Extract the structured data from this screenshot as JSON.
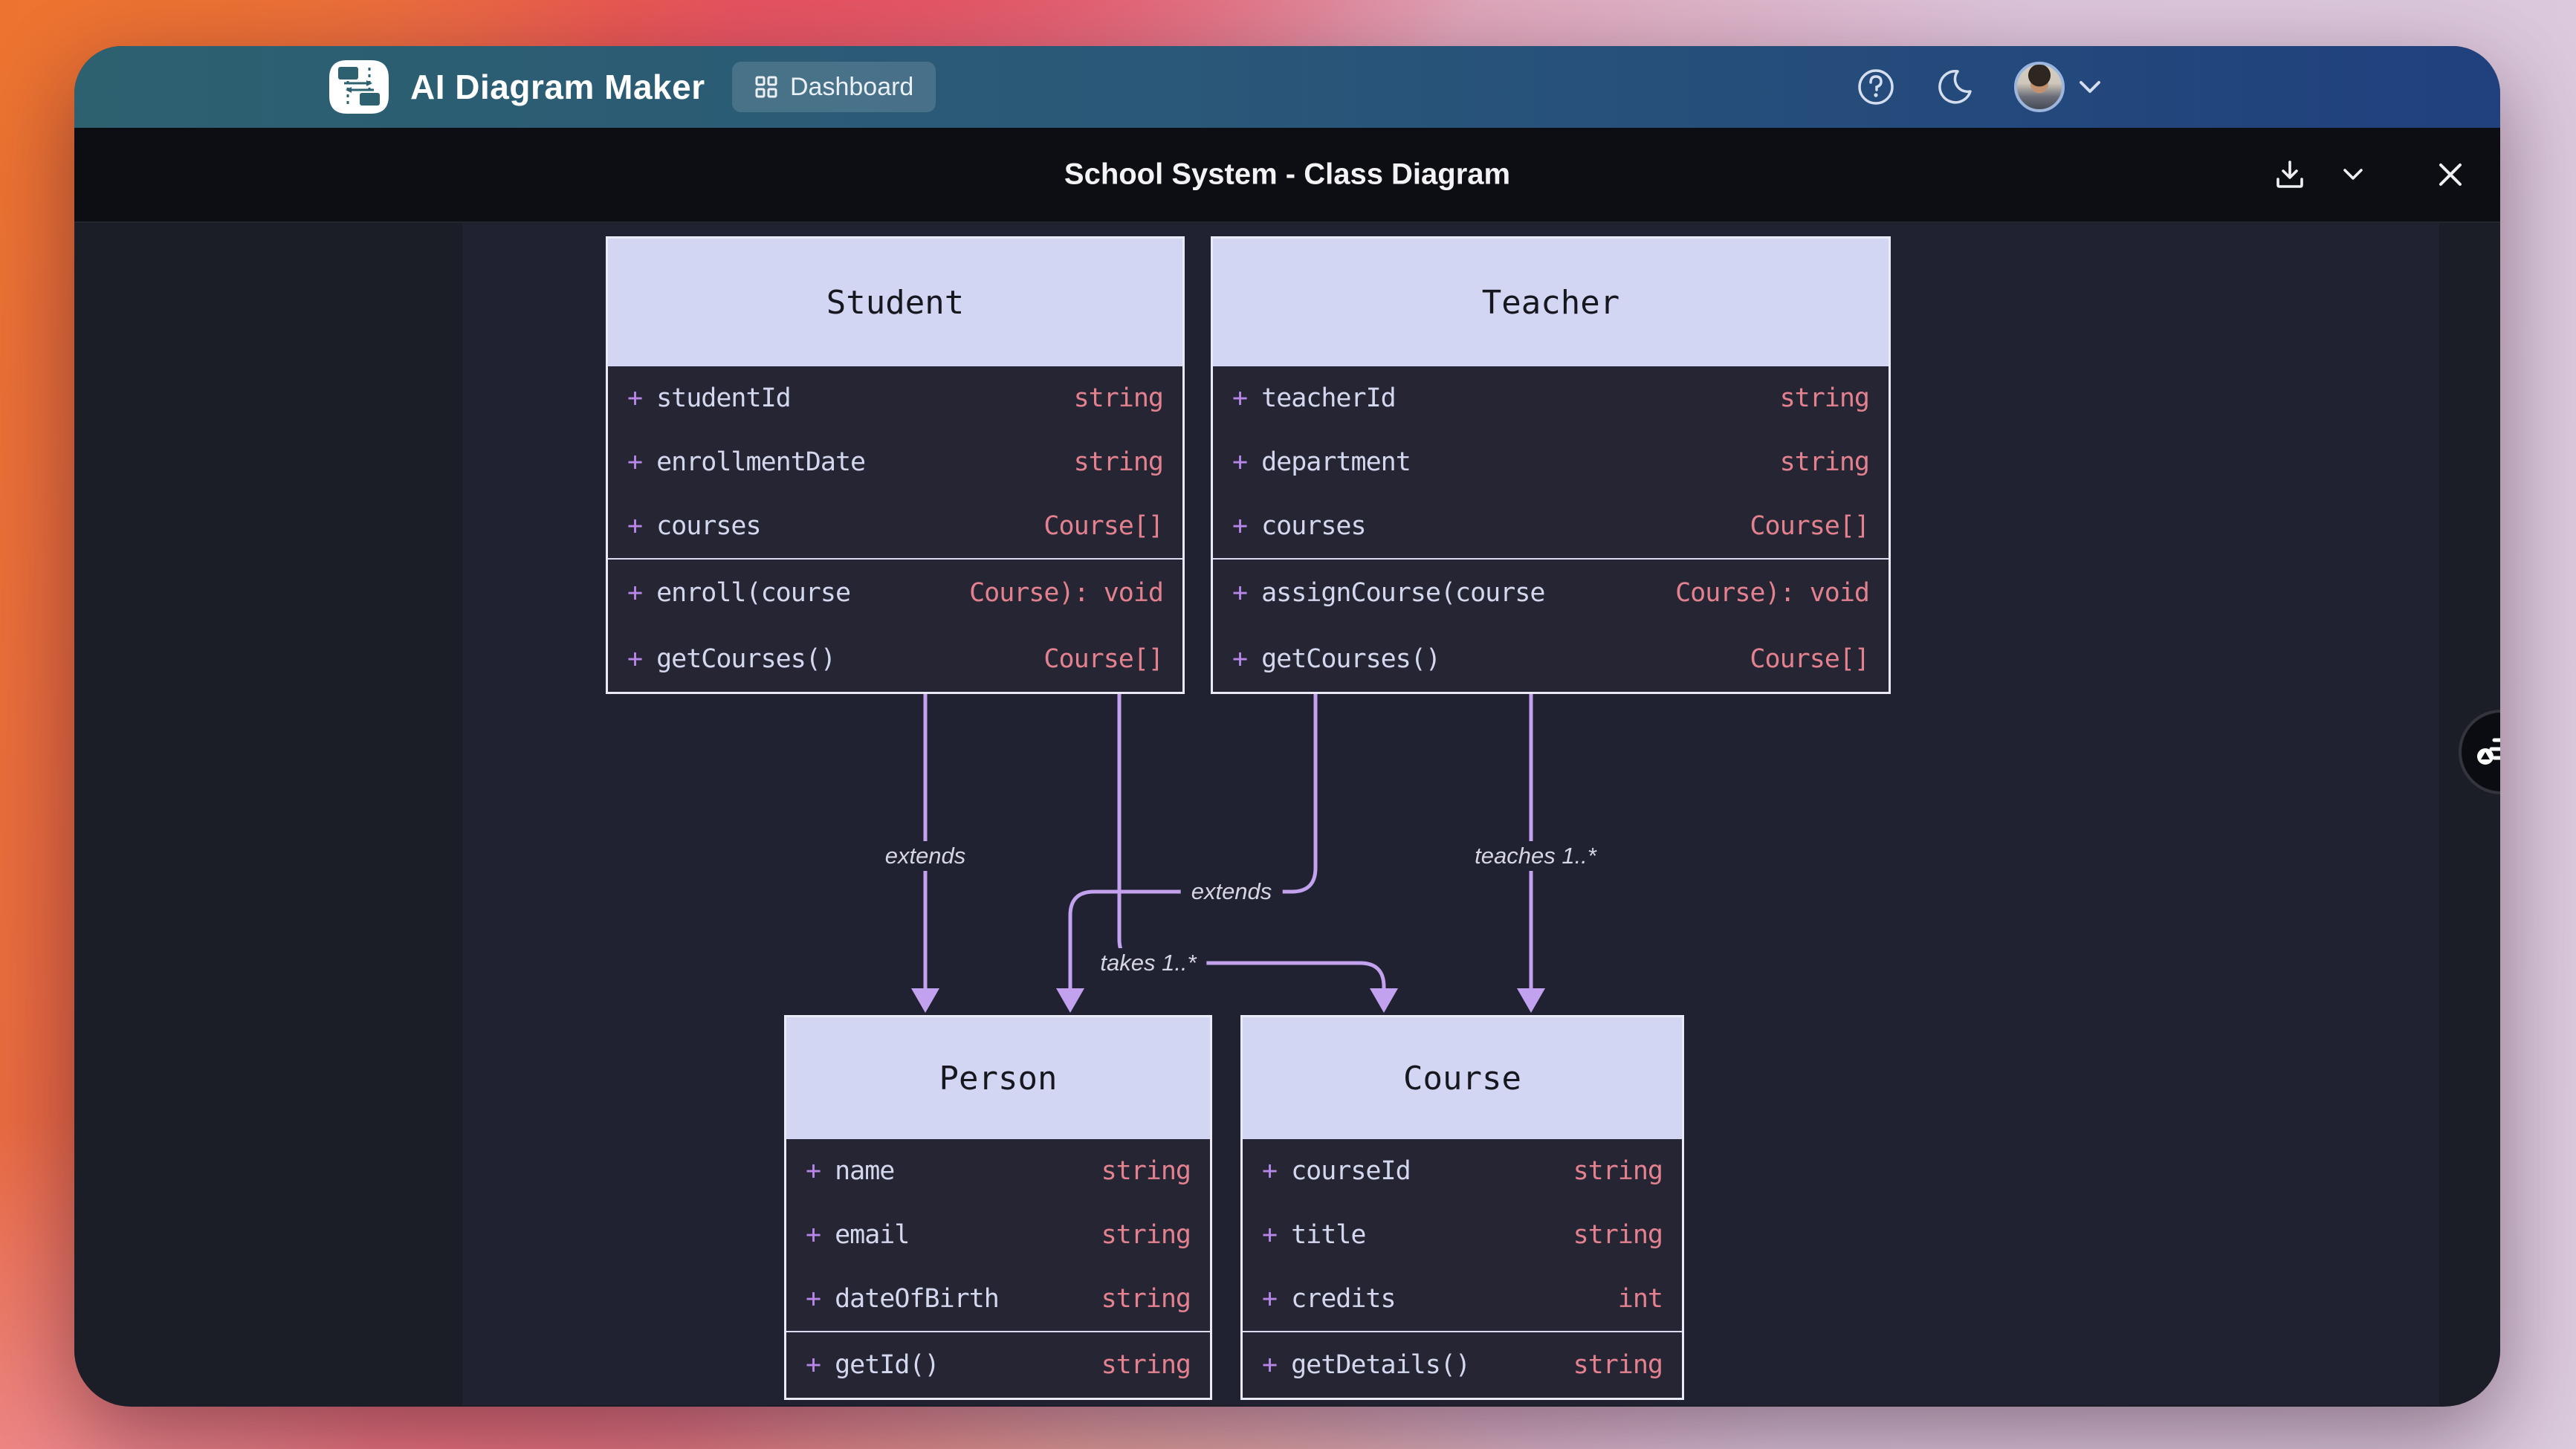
{
  "app": {
    "title": "AI Diagram Maker",
    "nav": {
      "dashboard": "Dashboard"
    }
  },
  "diagram": {
    "title": "School System - Class Diagram"
  },
  "icons": {
    "logo": "diagram-document-icon",
    "dashboard": "grid-icon",
    "help": "question-circle-icon",
    "theme": "moon-icon",
    "user_menu": "chevron-down-icon",
    "download": "download-icon",
    "download_options": "chevron-down-icon",
    "close": "close-icon",
    "canvas_control": "layers-menu-icon"
  },
  "colors": {
    "header_gradient_left": "#2d6170",
    "header_gradient_right": "#20407e",
    "titlebar_bg": "#0d0e13",
    "canvas_bg": "#212231",
    "class_header_bg": "#d2d6f2",
    "class_body_bg": "#252533",
    "attr_name": "#d3d8ee",
    "attr_type": "#e4818f",
    "visibility_plus": "#b687e7",
    "edge": "#c2a2ee"
  },
  "classes": [
    {
      "name": "Student",
      "attributes": [
        {
          "vis": "+",
          "name": "studentId",
          "type": "string"
        },
        {
          "vis": "+",
          "name": "enrollmentDate",
          "type": "string"
        },
        {
          "vis": "+",
          "name": "courses",
          "type": "Course[]"
        }
      ],
      "methods": [
        {
          "vis": "+",
          "name": "enroll(course",
          "type": "Course): void"
        },
        {
          "vis": "+",
          "name": "getCourses()",
          "type": "Course[]"
        }
      ]
    },
    {
      "name": "Teacher",
      "attributes": [
        {
          "vis": "+",
          "name": "teacherId",
          "type": "string"
        },
        {
          "vis": "+",
          "name": "department",
          "type": "string"
        },
        {
          "vis": "+",
          "name": "courses",
          "type": "Course[]"
        }
      ],
      "methods": [
        {
          "vis": "+",
          "name": "assignCourse(course",
          "type": "Course): void"
        },
        {
          "vis": "+",
          "name": "getCourses()",
          "type": "Course[]"
        }
      ]
    },
    {
      "name": "Person",
      "attributes": [
        {
          "vis": "+",
          "name": "name",
          "type": "string"
        },
        {
          "vis": "+",
          "name": "email",
          "type": "string"
        },
        {
          "vis": "+",
          "name": "dateOfBirth",
          "type": "string"
        }
      ],
      "methods": [
        {
          "vis": "+",
          "name": "getId()",
          "type": "string"
        }
      ]
    },
    {
      "name": "Course",
      "attributes": [
        {
          "vis": "+",
          "name": "courseId",
          "type": "string"
        },
        {
          "vis": "+",
          "name": "title",
          "type": "string"
        },
        {
          "vis": "+",
          "name": "credits",
          "type": "int"
        }
      ],
      "methods": [
        {
          "vis": "+",
          "name": "getDetails()",
          "type": "string"
        }
      ]
    }
  ],
  "edges": [
    {
      "from": "Student",
      "to": "Person",
      "label": "extends"
    },
    {
      "from": "Teacher",
      "to": "Person",
      "label": "extends"
    },
    {
      "from": "Student",
      "to": "Course",
      "label": "takes 1..*"
    },
    {
      "from": "Teacher",
      "to": "Course",
      "label": "teaches 1..*"
    }
  ]
}
